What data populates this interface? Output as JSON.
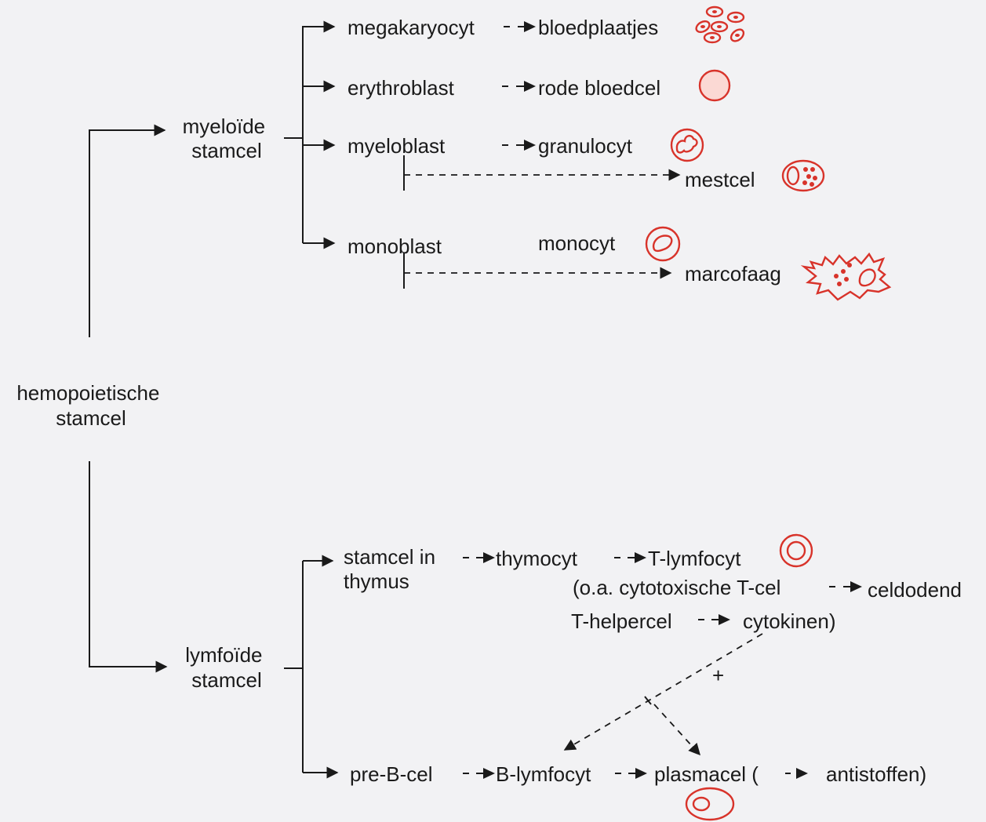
{
  "nodes": {
    "hsc": [
      "hemopoietische",
      "stamcel"
    ],
    "myeloid": [
      "myeloïde",
      "stamcel"
    ],
    "lymphoid": [
      "lymfoïde",
      "stamcel"
    ],
    "megakaryocyt": "megakaryocyt",
    "bloedplaatjes": "bloedplaatjes",
    "erythroblast": "erythroblast",
    "rode_bloedcel": "rode bloedcel",
    "myeloblast": "myeloblast",
    "granulocyt": "granulocyt",
    "mestcel": "mestcel",
    "monoblast": "monoblast",
    "monocyt": "monocyt",
    "marcofaag": "marcofaag",
    "stamcel_thymus": [
      "stamcel in",
      "thymus"
    ],
    "thymocyt": "thymocyt",
    "t_lymfocyt": "T-lymfocyt",
    "cytotoxisch": "(o.a. cytotoxische T-cel",
    "celdodend": "celdodend",
    "t_helpercel": "T-helpercel",
    "cytokinen": "cytokinen)",
    "plus": "+",
    "pre_b_cel": "pre-B-cel",
    "b_lymfocyt": "B-lymfocyt",
    "plasmacel": "plasmacel (",
    "antistoffen": "antistoffen)"
  },
  "icons": {
    "platelet": "platelets-icon",
    "rbc": "red-blood-cell-icon",
    "granulocyte": "granulocyte-icon",
    "mast": "mast-cell-icon",
    "monocyte": "monocyte-icon",
    "macrophage": "macrophage-icon",
    "tcell": "t-lymphocyte-icon",
    "plasma": "plasma-cell-icon"
  },
  "colors": {
    "cell_outline": "#d8332a",
    "rbc_fill": "#fbd9d4",
    "line": "#1a1a1a",
    "background": "#f2f2f4"
  }
}
